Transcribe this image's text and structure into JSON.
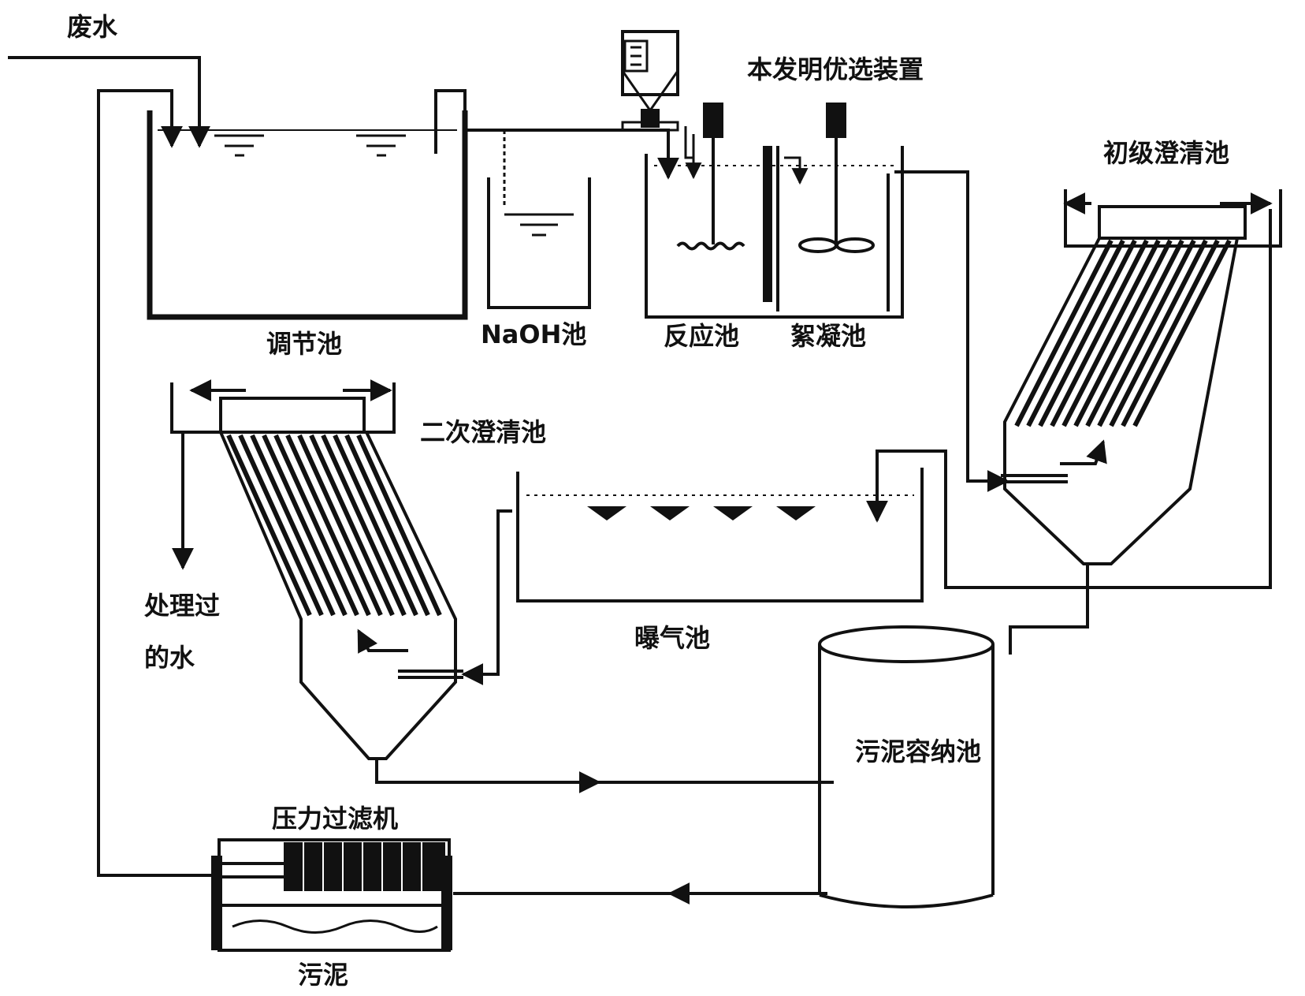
{
  "labels": {
    "waste_water": "废水",
    "preferred_device": "本发明优选装置",
    "regulating_tank": "调节池",
    "naoh_tank": "NaOH池",
    "reaction_tank": "反应池",
    "flocculation_tank": "絮凝池",
    "primary_clarifier": "初级澄清池",
    "secondary_clarifier": "二次澄清池",
    "treated_water_line1": "处理过",
    "treated_water_line2": "的水",
    "aeration_tank": "曝气池",
    "sludge_holding_tank": "污泥容纳池",
    "pressure_filter": "压力过滤机",
    "sludge": "污泥"
  },
  "colors": {
    "line": "#111111",
    "background": "#ffffff"
  }
}
